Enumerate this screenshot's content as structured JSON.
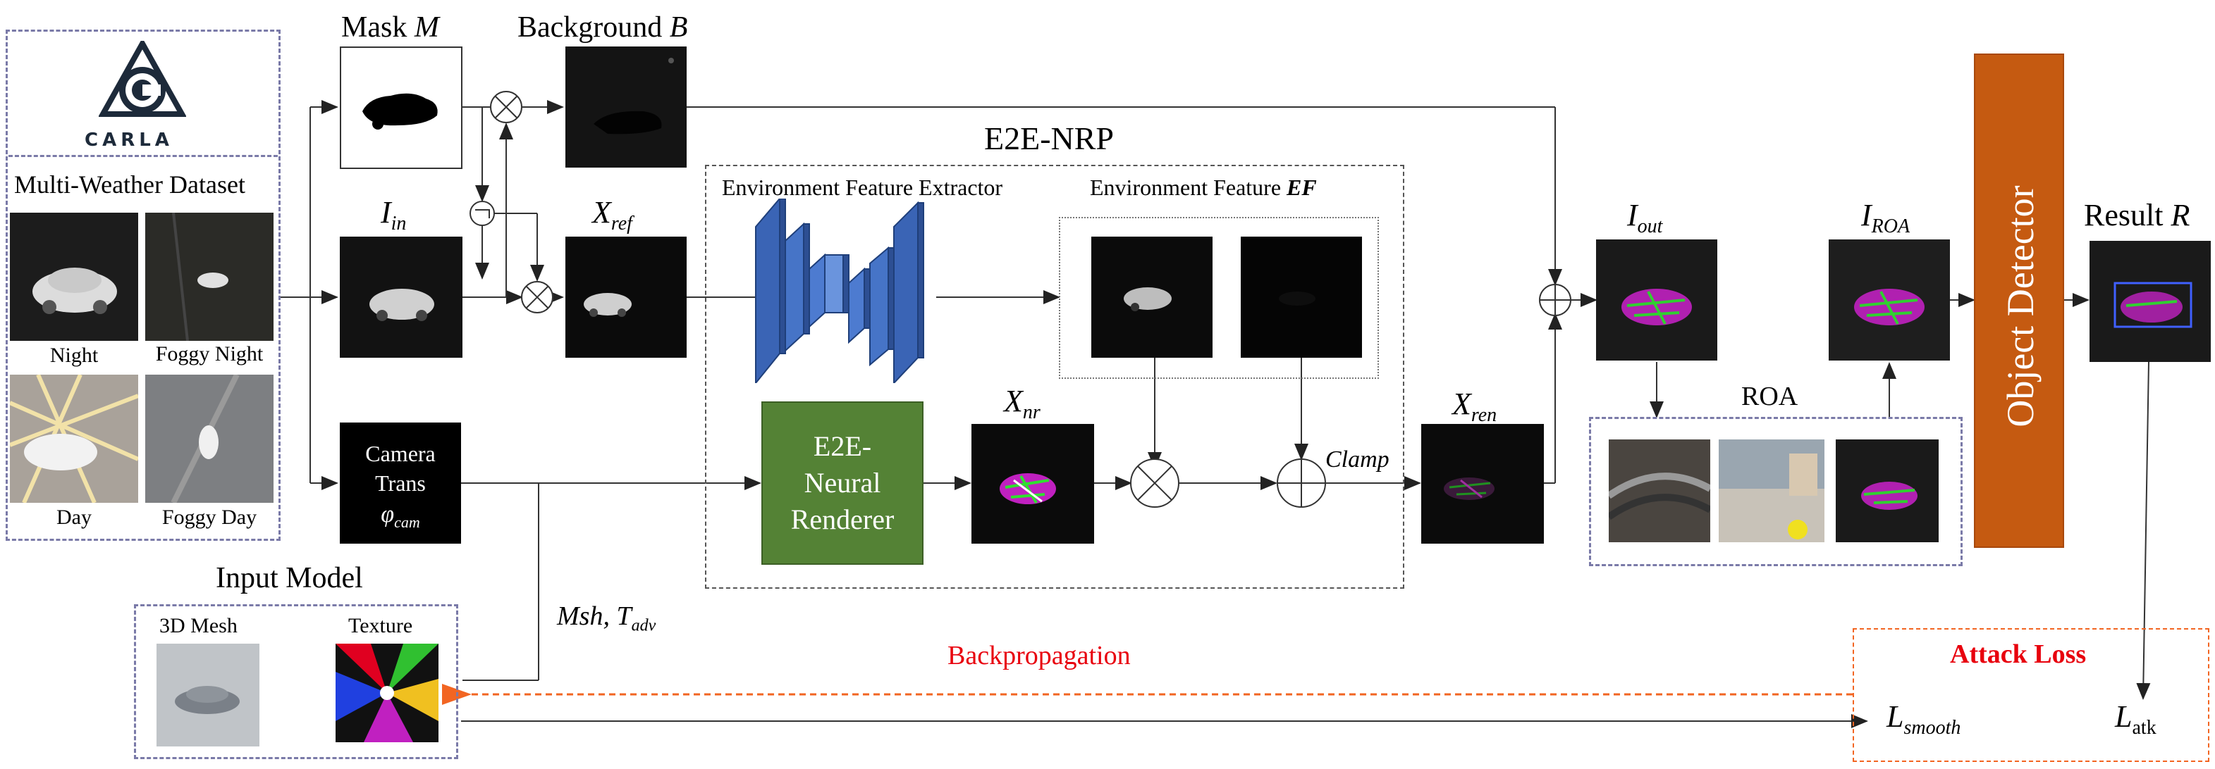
{
  "carla": {
    "logo_text": "CARLA"
  },
  "dataset": {
    "title": "Multi-Weather Dataset",
    "items": [
      {
        "label": "Night"
      },
      {
        "label": "Foggy Night"
      },
      {
        "label": "Day"
      },
      {
        "label": "Foggy Day"
      }
    ]
  },
  "mask": {
    "label_text": "Mask ",
    "symbol": "M"
  },
  "background": {
    "label_text": "Background ",
    "symbol": "B"
  },
  "iin": {
    "base": "I",
    "sub": "in"
  },
  "xref": {
    "base": "X",
    "sub": "ref"
  },
  "camera": {
    "line1": "Camera",
    "line2": "Trans",
    "symbol": "φ",
    "sub": "cam"
  },
  "e2enrp": {
    "title": "E2E-NRP",
    "extractor_label": "Environment Feature Extractor",
    "feature_label": "Environment Feature ",
    "feature_symbol": "EF",
    "renderer_line1": "E2E-",
    "renderer_line2": "Neural",
    "renderer_line3": "Renderer"
  },
  "xnr": {
    "base": "X",
    "sub": "nr"
  },
  "clamp": "Clamp",
  "xren": {
    "base": "X",
    "sub": "ren"
  },
  "iout": {
    "base": "I",
    "sub": "out"
  },
  "iroa": {
    "base": "I",
    "sub": "ROA"
  },
  "roa": {
    "label": "ROA"
  },
  "detector": {
    "label": "Object Detector"
  },
  "result": {
    "label_text": "Result ",
    "symbol": "R"
  },
  "input_model": {
    "title": "Input Model",
    "mesh_label": "3D Mesh",
    "texture_label": "Texture"
  },
  "msh": {
    "text": "Msh, T",
    "sub": "adv"
  },
  "backprop": "Backpropagation",
  "attack_loss": {
    "title": "Attack Loss",
    "latk_base": "L",
    "latk_sub": "atk"
  },
  "lsmooth": {
    "base": "L",
    "sub": "smooth"
  },
  "colors": {
    "accent_red": "#e8000d",
    "backprop_orange": "#f26522",
    "detector_orange": "#c55a11",
    "renderer_green": "#548235",
    "extractor_blue": "#4472c4"
  }
}
